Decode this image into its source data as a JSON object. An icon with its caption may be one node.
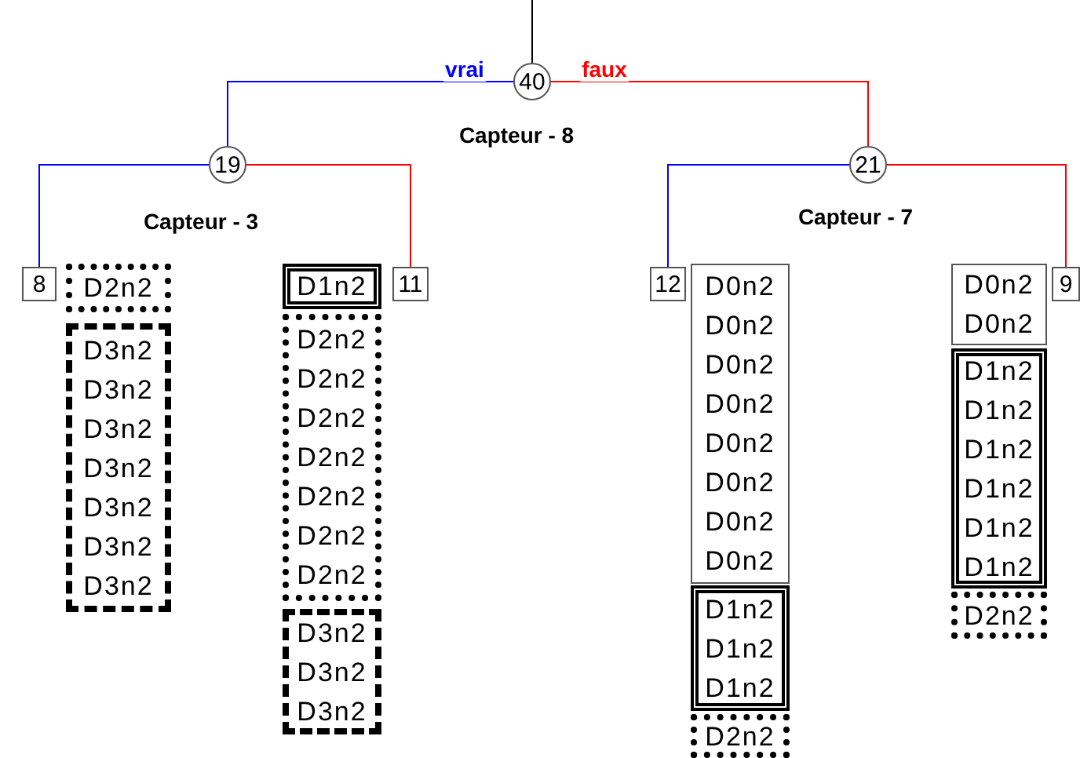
{
  "diagram": {
    "nodes": [
      {
        "text": [
          "40"
        ],
        "beside": [
          "Capteur - 8"
        ]
      },
      {
        "text": [
          "19"
        ],
        "beside": [
          "Capteur - 3"
        ]
      },
      {
        "text": [
          "21"
        ],
        "beside": [
          "Capteur - 7"
        ]
      },
      {
        "text": [
          "8"
        ]
      },
      {
        "text": [
          "11"
        ]
      },
      {
        "text": [
          "12"
        ]
      },
      {
        "text": [
          "9"
        ]
      },
      {
        "text": [
          "D2n2"
        ]
      },
      {
        "text": [
          "D3n2",
          "D3n2",
          "D3n2",
          "D3n2",
          "D3n2",
          "D3n2",
          "D3n2"
        ]
      },
      {
        "text": [
          "D1n2"
        ]
      },
      {
        "text": [
          "D2n2",
          "D2n2",
          "D2n2",
          "D2n2",
          "D2n2",
          "D2n2",
          "D2n2"
        ]
      },
      {
        "text": [
          "D3n2",
          "D3n2",
          "D3n2"
        ]
      },
      {
        "text": [
          "D0n2",
          "D0n2",
          "D0n2",
          "D0n2",
          "D0n2",
          "D0n2",
          "D0n2",
          "D0n2"
        ]
      },
      {
        "text": [
          "D1n2",
          "D1n2",
          "D1n2"
        ]
      },
      {
        "text": [
          "D2n2"
        ]
      },
      {
        "text": [
          "D0n2",
          "D0n2"
        ]
      },
      {
        "text": [
          "D1n2",
          "D1n2",
          "D1n2",
          "D1n2",
          "D1n2",
          "D1n2"
        ]
      },
      {
        "text": [
          "D2n2"
        ]
      }
    ],
    "edges": [
      {
        "from": null,
        "to": 0,
        "arrow": "none",
        "color": "#000000"
      },
      {
        "from": 0,
        "to": 1,
        "arrow": "none",
        "label": "vrai",
        "color": "#0000ff"
      },
      {
        "from": 0,
        "to": 2,
        "arrow": "none",
        "label": "faux",
        "color": "#ff0000"
      },
      {
        "from": 1,
        "to": 3,
        "arrow": "none",
        "color": "#0000ff"
      },
      {
        "from": 1,
        "to": 4,
        "arrow": "none",
        "color": "#ff0000"
      },
      {
        "from": 2,
        "to": 5,
        "arrow": "none",
        "color": "#0000ff"
      },
      {
        "from": 2,
        "to": 6,
        "arrow": "none",
        "color": "#ff0000"
      }
    ]
  }
}
